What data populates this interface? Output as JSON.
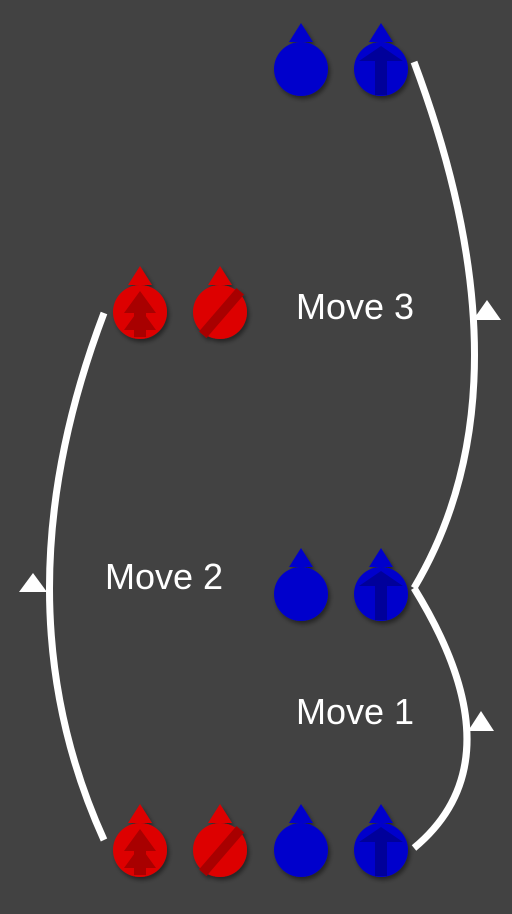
{
  "diagram": {
    "move_labels": {
      "move_1": "Move 1",
      "move_2": "Move 2",
      "move_3": "Move 3"
    },
    "colors": {
      "background": "#424242",
      "path": "#ffffff",
      "red_piece": "#dd0000",
      "red_mark": "#a80000",
      "blue_piece": "#0000cc",
      "blue_mark": "#00009a"
    },
    "piece_types": {
      "red": [
        "double-arrow-marked",
        "slash-marked"
      ],
      "blue": [
        "plain",
        "t-marked"
      ]
    },
    "positions": [
      {
        "id": "start",
        "pieces": [
          "red-double-arrow",
          "red-slash",
          "blue-plain",
          "blue-t"
        ]
      },
      {
        "id": "after-move-1",
        "pieces": [
          "blue-plain",
          "blue-t"
        ]
      },
      {
        "id": "after-move-2",
        "pieces": [
          "red-double-arrow",
          "red-slash"
        ]
      },
      {
        "id": "after-move-3",
        "pieces": [
          "blue-plain",
          "blue-t"
        ]
      }
    ]
  }
}
